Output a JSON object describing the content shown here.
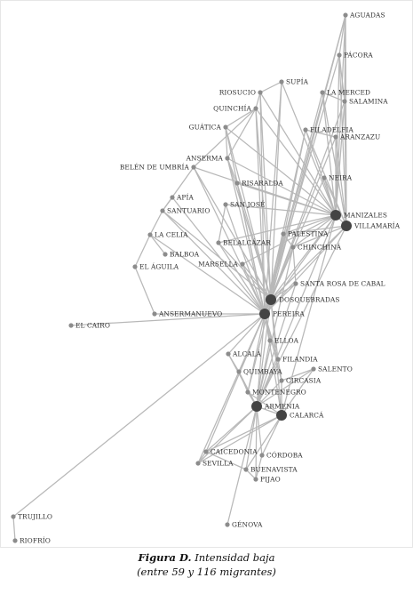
{
  "caption": {
    "figure": "Figura D.",
    "title": "Intensidad baja",
    "subtitle": "(entre 59 y 116 migrantes)"
  },
  "style": {
    "edge_color": "#b8b8b8",
    "node_color": "#8c8c8c",
    "hub_color": "#444444",
    "label_color": "#333333"
  },
  "nodes": [
    {
      "id": "aguadas",
      "label": "AGUADAS",
      "hub": false
    },
    {
      "id": "pacora",
      "label": "PÁCORA",
      "hub": false
    },
    {
      "id": "supia",
      "label": "SUPÍA",
      "hub": false
    },
    {
      "id": "riosucio",
      "label": "RIOSUCIO",
      "hub": false
    },
    {
      "id": "lamerced",
      "label": "LA MERCED",
      "hub": false
    },
    {
      "id": "salamina",
      "label": "SALAMINA",
      "hub": false
    },
    {
      "id": "quinchia",
      "label": "QUINCHÍA",
      "hub": false
    },
    {
      "id": "guatica",
      "label": "GUÁTICA",
      "hub": false
    },
    {
      "id": "filadelfia",
      "label": "FILADELFIA",
      "hub": false
    },
    {
      "id": "aranzazu",
      "label": "ARANZAZU",
      "hub": false
    },
    {
      "id": "anserma",
      "label": "ANSERMA",
      "hub": false
    },
    {
      "id": "belen",
      "label": "BELÉN DE UMBRÍA",
      "hub": false
    },
    {
      "id": "neira",
      "label": "NEIRA",
      "hub": false
    },
    {
      "id": "risaralda",
      "label": "RISARALDA",
      "hub": false
    },
    {
      "id": "apia",
      "label": "APÍA",
      "hub": false
    },
    {
      "id": "santuario",
      "label": "SANTUARIO",
      "hub": false
    },
    {
      "id": "sanjose",
      "label": "SAN JOSÉ",
      "hub": false
    },
    {
      "id": "manizales",
      "label": "MANIZALES",
      "hub": true
    },
    {
      "id": "villamaria",
      "label": "VILLAMARÍA",
      "hub": true
    },
    {
      "id": "palestina",
      "label": "PALESTINA",
      "hub": false
    },
    {
      "id": "lacelia",
      "label": "LA CELIA",
      "hub": false
    },
    {
      "id": "belalcazar",
      "label": "BELALCÁZAR",
      "hub": false
    },
    {
      "id": "chinchina",
      "label": "CHINCHINÁ",
      "hub": false
    },
    {
      "id": "balboa",
      "label": "BALBOA",
      "hub": false
    },
    {
      "id": "marsella",
      "label": "MARSELLA",
      "hub": false
    },
    {
      "id": "elaguila",
      "label": "EL ÁGUILA",
      "hub": false
    },
    {
      "id": "santarosa",
      "label": "SANTA ROSA DE CABAL",
      "hub": false
    },
    {
      "id": "dosquebradas",
      "label": "DOSQUEBRADAS",
      "hub": true
    },
    {
      "id": "ansermanuevo",
      "label": "ANSERMANUEVO",
      "hub": false
    },
    {
      "id": "pereira",
      "label": "PEREIRA",
      "hub": true
    },
    {
      "id": "elcairo",
      "label": "EL CAIRO",
      "hub": false
    },
    {
      "id": "elloa",
      "label": "ELLOA",
      "hub": false
    },
    {
      "id": "alcala",
      "label": "ALCALÁ",
      "hub": false
    },
    {
      "id": "filandia",
      "label": "FILANDIA",
      "hub": false
    },
    {
      "id": "quimbaya",
      "label": "QUIMBAYA",
      "hub": false
    },
    {
      "id": "salento",
      "label": "SALENTO",
      "hub": false
    },
    {
      "id": "circasia",
      "label": "CIRCASIA",
      "hub": false
    },
    {
      "id": "montenegro",
      "label": "MONTENEGRO",
      "hub": false
    },
    {
      "id": "armenia",
      "label": "ARMENIA",
      "hub": true
    },
    {
      "id": "calarca",
      "label": "CALARCÁ",
      "hub": true
    },
    {
      "id": "caicedonia",
      "label": "CAICEDONIA",
      "hub": false
    },
    {
      "id": "cordoba",
      "label": "CÓRDOBA",
      "hub": false
    },
    {
      "id": "sevilla",
      "label": "SEVILLA",
      "hub": false
    },
    {
      "id": "buenavista",
      "label": "BUENAVISTA",
      "hub": false
    },
    {
      "id": "pijao",
      "label": "PIJAO",
      "hub": false
    },
    {
      "id": "trujillo",
      "label": "TRUJILLO",
      "hub": false
    },
    {
      "id": "genova",
      "label": "GÉNOVA",
      "hub": false
    },
    {
      "id": "riofrio",
      "label": "RIOFRÍO",
      "hub": false
    }
  ],
  "edges": [
    [
      "aguadas",
      "pacora"
    ],
    [
      "aguadas",
      "salamina"
    ],
    [
      "aguadas",
      "manizales"
    ],
    [
      "aguadas",
      "villamaria"
    ],
    [
      "aguadas",
      "dosquebradas"
    ],
    [
      "aguadas",
      "pereira"
    ],
    [
      "pacora",
      "salamina"
    ],
    [
      "pacora",
      "manizales"
    ],
    [
      "pacora",
      "villamaria"
    ],
    [
      "pacora",
      "pereira"
    ],
    [
      "supia",
      "riosucio"
    ],
    [
      "supia",
      "manizales"
    ],
    [
      "supia",
      "pereira"
    ],
    [
      "supia",
      "dosquebradas"
    ],
    [
      "riosucio",
      "quinchia"
    ],
    [
      "riosucio",
      "manizales"
    ],
    [
      "riosucio",
      "dosquebradas"
    ],
    [
      "riosucio",
      "pereira"
    ],
    [
      "lamerced",
      "salamina"
    ],
    [
      "lamerced",
      "manizales"
    ],
    [
      "lamerced",
      "villamaria"
    ],
    [
      "lamerced",
      "pereira"
    ],
    [
      "salamina",
      "manizales"
    ],
    [
      "salamina",
      "villamaria"
    ],
    [
      "salamina",
      "dosquebradas"
    ],
    [
      "quinchia",
      "guatica"
    ],
    [
      "quinchia",
      "anserma"
    ],
    [
      "quinchia",
      "pereira"
    ],
    [
      "quinchia",
      "dosquebradas"
    ],
    [
      "quinchia",
      "manizales"
    ],
    [
      "quinchia",
      "belen"
    ],
    [
      "guatica",
      "anserma"
    ],
    [
      "guatica",
      "manizales"
    ],
    [
      "guatica",
      "pereira"
    ],
    [
      "guatica",
      "dosquebradas"
    ],
    [
      "filadelfia",
      "manizales"
    ],
    [
      "filadelfia",
      "villamaria"
    ],
    [
      "filadelfia",
      "pereira"
    ],
    [
      "filadelfia",
      "aranzazu"
    ],
    [
      "filadelfia",
      "dosquebradas"
    ],
    [
      "aranzazu",
      "manizales"
    ],
    [
      "aranzazu",
      "villamaria"
    ],
    [
      "aranzazu",
      "pereira"
    ],
    [
      "anserma",
      "manizales"
    ],
    [
      "anserma",
      "pereira"
    ],
    [
      "anserma",
      "risaralda"
    ],
    [
      "anserma",
      "dosquebradas"
    ],
    [
      "belen",
      "pereira"
    ],
    [
      "belen",
      "manizales"
    ],
    [
      "belen",
      "dosquebradas"
    ],
    [
      "belen",
      "santuario"
    ],
    [
      "neira",
      "manizales"
    ],
    [
      "neira",
      "villamaria"
    ],
    [
      "neira",
      "pereira"
    ],
    [
      "risaralda",
      "manizales"
    ],
    [
      "risaralda",
      "pereira"
    ],
    [
      "risaralda",
      "dosquebradas"
    ],
    [
      "apia",
      "santuario"
    ],
    [
      "apia",
      "pereira"
    ],
    [
      "santuario",
      "lacelia"
    ],
    [
      "santuario",
      "pereira"
    ],
    [
      "santuario",
      "dosquebradas"
    ],
    [
      "sanjose",
      "manizales"
    ],
    [
      "sanjose",
      "pereira"
    ],
    [
      "sanjose",
      "belalcazar"
    ],
    [
      "manizales",
      "villamaria"
    ],
    [
      "manizales",
      "pereira"
    ],
    [
      "manizales",
      "dosquebradas"
    ],
    [
      "manizales",
      "chinchina"
    ],
    [
      "manizales",
      "palestina"
    ],
    [
      "manizales",
      "armenia"
    ],
    [
      "manizales",
      "calarca"
    ],
    [
      "manizales",
      "marsella"
    ],
    [
      "manizales",
      "belalcazar"
    ],
    [
      "villamaria",
      "pereira"
    ],
    [
      "villamaria",
      "dosquebradas"
    ],
    [
      "villamaria",
      "chinchina"
    ],
    [
      "villamaria",
      "armenia"
    ],
    [
      "villamaria",
      "palestina"
    ],
    [
      "palestina",
      "chinchina"
    ],
    [
      "palestina",
      "pereira"
    ],
    [
      "palestina",
      "dosquebradas"
    ],
    [
      "lacelia",
      "balboa"
    ],
    [
      "lacelia",
      "elaguila"
    ],
    [
      "lacelia",
      "pereira"
    ],
    [
      "belalcazar",
      "pereira"
    ],
    [
      "belalcazar",
      "dosquebradas"
    ],
    [
      "chinchina",
      "pereira"
    ],
    [
      "chinchina",
      "dosquebradas"
    ],
    [
      "chinchina",
      "santarosa"
    ],
    [
      "chinchina",
      "armenia"
    ],
    [
      "marsella",
      "pereira"
    ],
    [
      "marsella",
      "dosquebradas"
    ],
    [
      "elaguila",
      "ansermanuevo"
    ],
    [
      "santarosa",
      "pereira"
    ],
    [
      "santarosa",
      "dosquebradas"
    ],
    [
      "santarosa",
      "armenia"
    ],
    [
      "dosquebradas",
      "pereira"
    ],
    [
      "dosquebradas",
      "armenia"
    ],
    [
      "dosquebradas",
      "calarca"
    ],
    [
      "dosquebradas",
      "montenegro"
    ],
    [
      "dosquebradas",
      "quimbaya"
    ],
    [
      "dosquebradas",
      "filandia"
    ],
    [
      "ansermanuevo",
      "pereira"
    ],
    [
      "pereira",
      "elcairo"
    ],
    [
      "pereira",
      "elloa"
    ],
    [
      "pereira",
      "alcala"
    ],
    [
      "pereira",
      "quimbaya"
    ],
    [
      "pereira",
      "armenia"
    ],
    [
      "pereira",
      "calarca"
    ],
    [
      "pereira",
      "montenegro"
    ],
    [
      "pereira",
      "filandia"
    ],
    [
      "pereira",
      "circasia"
    ],
    [
      "pereira",
      "trujillo"
    ],
    [
      "pereira",
      "caicedonia"
    ],
    [
      "pereira",
      "sevilla"
    ],
    [
      "elloa",
      "armenia"
    ],
    [
      "alcala",
      "armenia"
    ],
    [
      "alcala",
      "quimbaya"
    ],
    [
      "filandia",
      "armenia"
    ],
    [
      "filandia",
      "circasia"
    ],
    [
      "quimbaya",
      "armenia"
    ],
    [
      "quimbaya",
      "montenegro"
    ],
    [
      "salento",
      "armenia"
    ],
    [
      "salento",
      "calarca"
    ],
    [
      "salento",
      "circasia"
    ],
    [
      "circasia",
      "armenia"
    ],
    [
      "circasia",
      "calarca"
    ],
    [
      "montenegro",
      "armenia"
    ],
    [
      "montenegro",
      "calarca"
    ],
    [
      "armenia",
      "calarca"
    ],
    [
      "armenia",
      "caicedonia"
    ],
    [
      "armenia",
      "cordoba"
    ],
    [
      "armenia",
      "sevilla"
    ],
    [
      "armenia",
      "buenavista"
    ],
    [
      "armenia",
      "pijao"
    ],
    [
      "armenia",
      "genova"
    ],
    [
      "calarca",
      "caicedonia"
    ],
    [
      "calarca",
      "cordoba"
    ],
    [
      "calarca",
      "sevilla"
    ],
    [
      "calarca",
      "buenavista"
    ],
    [
      "caicedonia",
      "sevilla"
    ],
    [
      "caicedonia",
      "buenavista"
    ],
    [
      "cordoba",
      "pijao"
    ],
    [
      "buenavista",
      "pijao"
    ],
    [
      "trujillo",
      "riofrio"
    ]
  ]
}
